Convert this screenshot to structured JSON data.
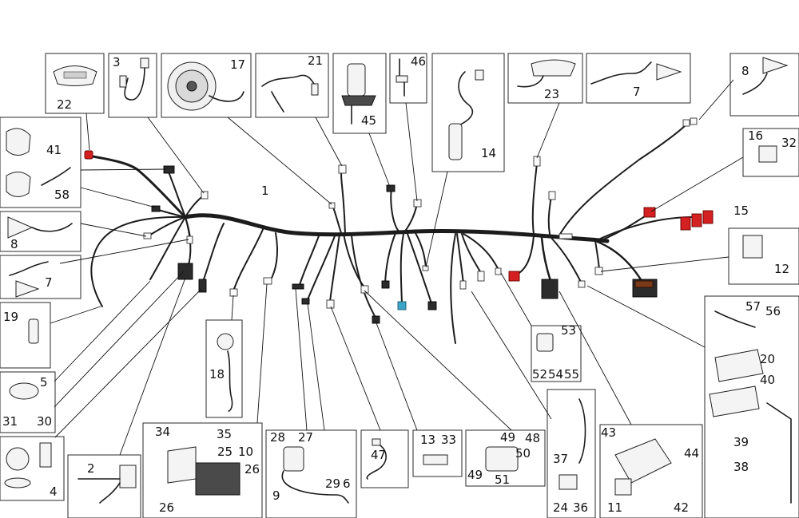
{
  "diagram": {
    "callouts": [
      "1",
      "2",
      "3",
      "4",
      "5",
      "6",
      "7",
      "8",
      "9",
      "10",
      "11",
      "12",
      "13",
      "14",
      "15",
      "16",
      "17",
      "18",
      "19",
      "20",
      "21",
      "22",
      "23",
      "24",
      "25",
      "26",
      "27",
      "28",
      "29",
      "30",
      "31",
      "32",
      "33",
      "34",
      "35",
      "36",
      "37",
      "38",
      "39",
      "40",
      "41",
      "42",
      "43",
      "44",
      "45",
      "46",
      "47",
      "48",
      "49",
      "50",
      "51",
      "52",
      "53",
      "54",
      "55",
      "56",
      "57",
      "58"
    ]
  }
}
